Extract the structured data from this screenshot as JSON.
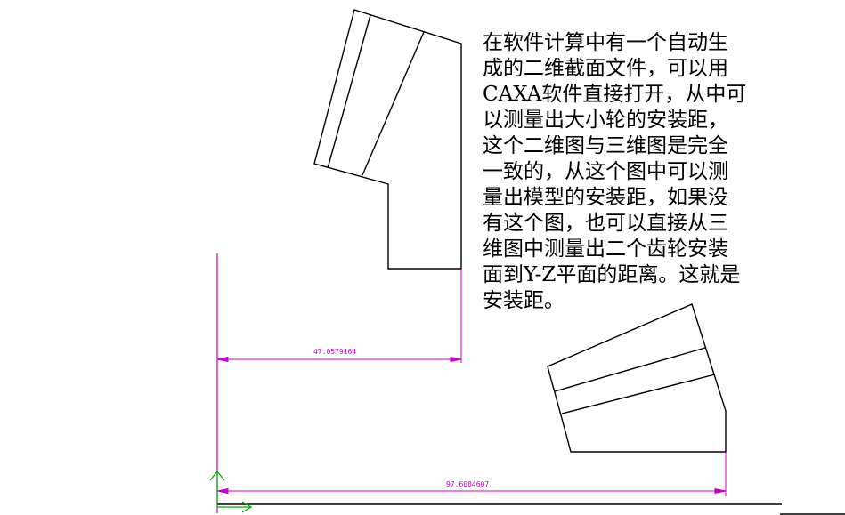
{
  "colors": {
    "background": "#ffffff",
    "outline": "#000000",
    "dimension": "#cc00cc",
    "axis_y": "#00aa00",
    "axis_x": "#00aa00"
  },
  "dimensions": {
    "small_wheel_mounting_distance": "47.0579164",
    "large_wheel_mounting_distance": "97.6084607"
  },
  "note": {
    "lines": [
      "在软件计算中有一个自动生",
      "成的二维截面文件，可以用",
      "CAXA软件直接打开，从中可",
      "以测量出大小轮的安装距，",
      "这个二维图与三维图是完全",
      "一致的，从这个图中可以测",
      "量出模型的安装距，如果没",
      "有这个图，也可以直接从三",
      "维图中测量出二个齿轮安装",
      "面到Y-Z平面的距离。这就是",
      "安装距。"
    ]
  }
}
